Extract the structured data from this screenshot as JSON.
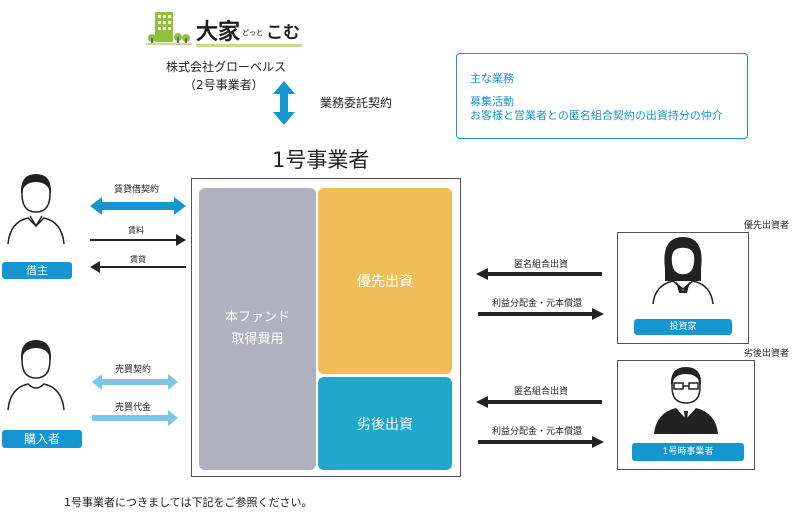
{
  "logo": {
    "main": "大家",
    "suffix": "どっと",
    "suffix2": "こむ"
  },
  "company": {
    "name": "株式会社グローベルス",
    "type": "（2号事業者）",
    "contract": "業務委託契約"
  },
  "services": {
    "title": "主な業務",
    "line1": "募集活動",
    "line2": "お客様と営業者との匿名組合契約の出資持分の仲介"
  },
  "operator": {
    "title": "1号事業者"
  },
  "fund": {
    "cost_line1": "本ファンド",
    "cost_line2": "取得費用",
    "senior": "優先出資",
    "junior": "劣後出資"
  },
  "left": {
    "lease_contract": "賃貸借契約",
    "rent": "賃料",
    "lease": "賃貸",
    "tenant_label": "借主",
    "sale_contract": "売買契約",
    "sale_price": "売買代金",
    "buyer_label": "購入者"
  },
  "right": {
    "senior_title": "優先出資者",
    "senior_inflow": "匿名組合出資",
    "senior_outflow": "利益分配金・元本償還",
    "investor_label": "投資家",
    "junior_title": "劣後出資者",
    "junior_inflow": "匿名組合出資",
    "junior_outflow": "利益分配金・元本償還",
    "operator_label": "1号時事業者"
  },
  "footer": {
    "note": "1号事業者につきましては下記をご参照ください。"
  },
  "colors": {
    "blue": "#1696d0",
    "lightblue": "#7cc6e6",
    "gray": "#b1b0bf",
    "orange": "#f0bd57",
    "teal": "#20a7c9"
  }
}
